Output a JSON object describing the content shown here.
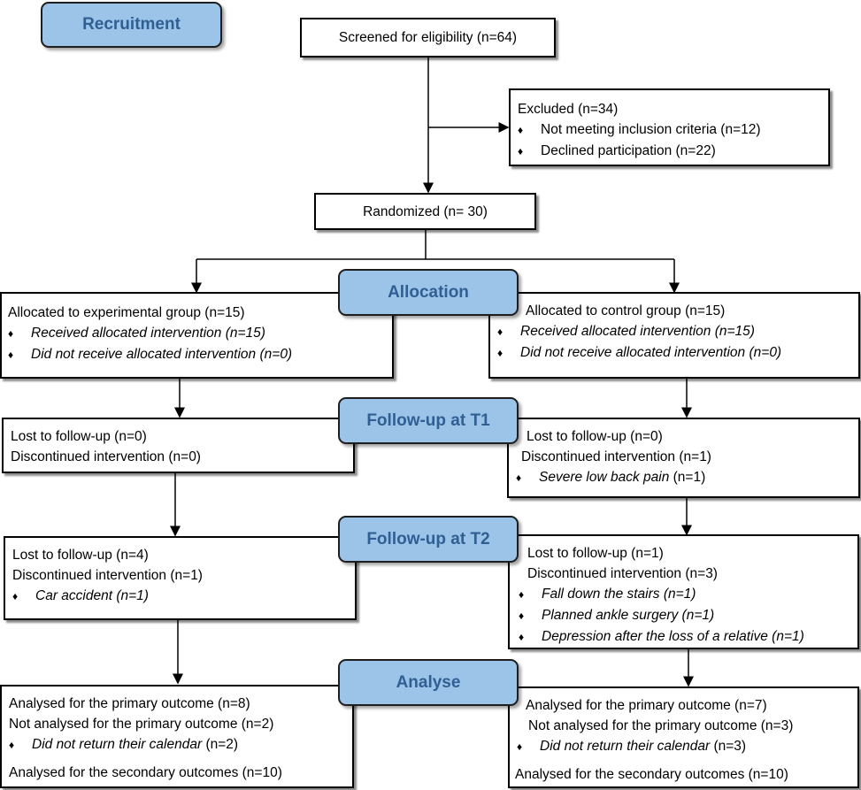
{
  "stages": {
    "recruitment": "Recruitment",
    "allocation": "Allocation",
    "followup_t1": "Follow-up at T1",
    "followup_t2": "Follow-up at T2",
    "analyse": "Analyse"
  },
  "bullet": "♦",
  "screened": "Screened for eligibility (n=64)",
  "excluded": {
    "title": "Excluded (n=34)",
    "items": [
      "Not meeting inclusion criteria (n=12)",
      "Declined participation (n=22)"
    ]
  },
  "randomized": "Randomized (n= 30)",
  "allocation": {
    "experimental": {
      "title": "Allocated to experimental group (n=15)",
      "items": [
        "Received allocated intervention (n=15)",
        "Did not receive allocated intervention (n=0)"
      ]
    },
    "control": {
      "title": "Allocated to control group (n=15)",
      "items": [
        "Received allocated intervention (n=15)",
        "Did not receive allocated intervention (n=0)"
      ]
    }
  },
  "t1": {
    "experimental": {
      "lost": "Lost to follow-up (n=0)",
      "discontinued": "Discontinued intervention (n=0)"
    },
    "control": {
      "lost": "Lost to follow-up (n=0)",
      "discontinued": "Discontinued intervention (n=1)",
      "reason": "Severe low back pain",
      "reason_n": " (n=1)"
    }
  },
  "t2": {
    "experimental": {
      "lost": "Lost to follow-up (n=4)",
      "discontinued": "Discontinued intervention (n=1)",
      "reasons": [
        "Car accident (n=1)"
      ]
    },
    "control": {
      "lost": "Lost to follow-up (n=1)",
      "discontinued": "Discontinued intervention (n=3)",
      "reasons": [
        "Fall down the stairs (n=1)",
        "Planned ankle surgery (n=1)",
        "Depression after the loss of a relative (n=1)"
      ]
    }
  },
  "analysis": {
    "experimental": {
      "primary": "Analysed for the primary outcome (n=8)",
      "not_primary": "Not analysed for the primary  outcome (n=2)",
      "reason": "Did not return their calendar",
      "reason_n": " (n=2)",
      "secondary": "Analysed for the secondary outcomes (n=10)"
    },
    "control": {
      "primary": "Analysed for the primary outcome (n=7)",
      "not_primary": "Not analysed for the primary  outcome (n=3)",
      "reason": "Did not return their calendar",
      "reason_n": " (n=3)",
      "secondary": "Analysed for the secondary outcomes (n=10)"
    }
  }
}
